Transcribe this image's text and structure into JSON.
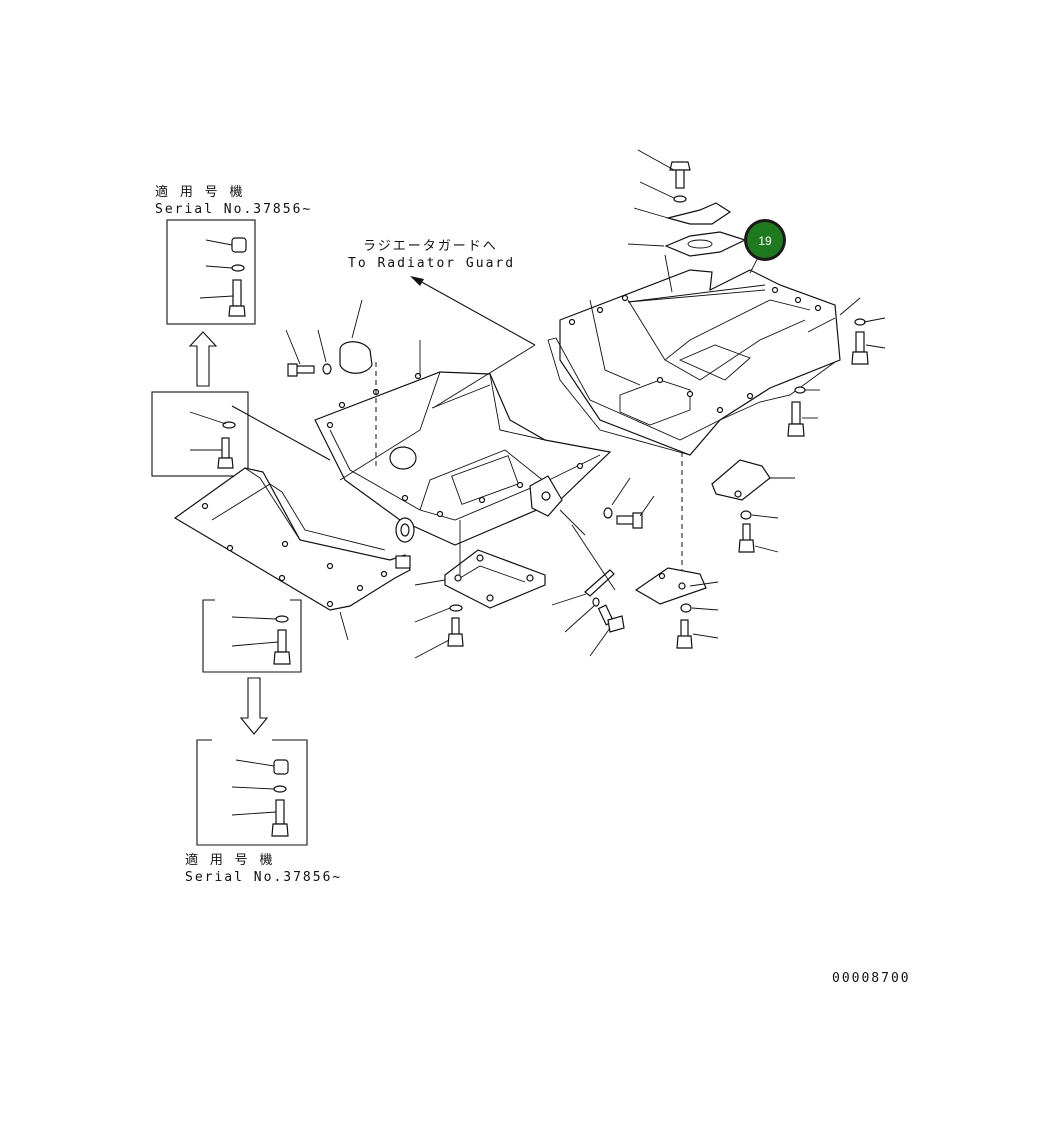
{
  "serial_note_top": {
    "line1": "適 用 号 機",
    "line2": "Serial No.37856~"
  },
  "serial_note_bottom": {
    "line1": "適 用 号 機",
    "line2": "Serial No.37856~"
  },
  "radiator_guard_label": {
    "jp": "ラジエータガードへ",
    "en": "To Radiator Guard"
  },
  "callout": {
    "label": "19",
    "color": "#1f7a1f"
  },
  "drawing_number": "00008700"
}
